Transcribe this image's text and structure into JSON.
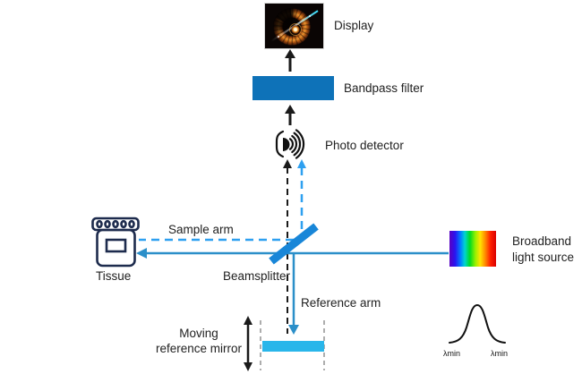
{
  "labels": {
    "display": "Display",
    "bandpass_filter": "Bandpass filter",
    "photo_detector": "Photo detector",
    "sample_arm": "Sample arm",
    "beamsplitter": "Beamsplitter",
    "tissue": "Tissue",
    "broadband": {
      "line1": "Broadband",
      "line2": "light source"
    },
    "reference_arm": "Reference arm",
    "moving_mirror": {
      "line1": "Moving",
      "line2": "reference mirror"
    },
    "spectrum": {
      "left": "λmin",
      "right": "λmin"
    }
  },
  "colors": {
    "bandpass_filter_blue": "#0e72b8",
    "beamsplitter_blue": "#1886d8",
    "mirror_cyan": "#29b6ea",
    "solid_beam_blue": "#2b8fc9",
    "return_beam_blue": "#2ea0f0",
    "arrow_black": "#1a1a1a",
    "tissue_outline_navy": "#1d2b4d",
    "mirror_guide_gray": "#999999"
  }
}
